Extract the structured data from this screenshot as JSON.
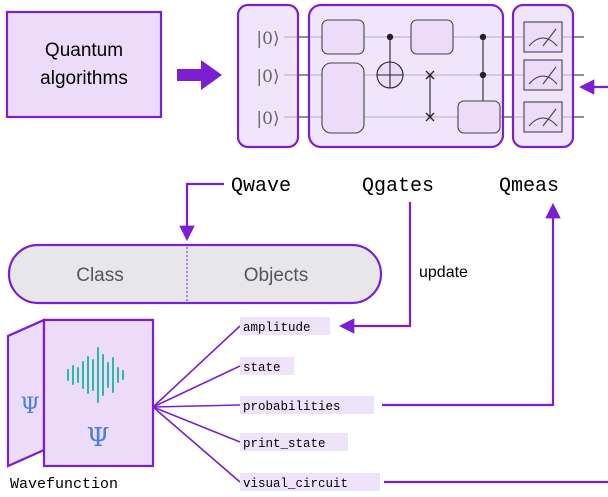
{
  "colors": {
    "accent": "#7b1fd1",
    "fill": "#ecdcfa",
    "capsule_fill": "#e7e7ea",
    "tag_fill": "#efe3fb",
    "waveform": "#2bb8a8",
    "psi": "#4a7fe0",
    "circuit_line": "#222222"
  },
  "algorithms_box": {
    "line1": "Quantum",
    "line2": "algorithms"
  },
  "circuit": {
    "kets": [
      "|0⟩",
      "|0⟩",
      "|0⟩"
    ]
  },
  "modules": {
    "qwave": "Qwave",
    "qgates": "Qgates",
    "qmeas": "Qmeas"
  },
  "class_objects": {
    "class_label": "Class",
    "objects_label": "Objects"
  },
  "update_label": "update",
  "wavefunction": {
    "label": "Wavefunction",
    "psi_front": "Ψ",
    "psi_side": "Ψ"
  },
  "methods": [
    "amplitude",
    "state",
    "probabilities",
    "print_state",
    "visual_circuit"
  ]
}
